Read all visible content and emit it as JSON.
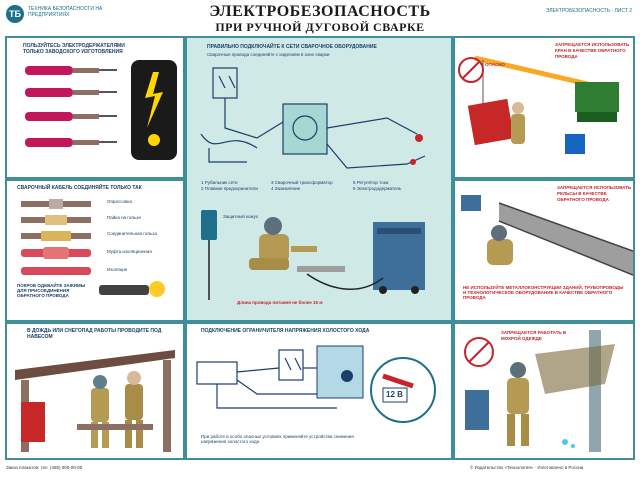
{
  "header": {
    "logo_text": "ТБ",
    "publisher": "ТЕХНИКА БЕЗОПАСНОСТИ НА ПРЕДПРИЯТИЯХ",
    "title_line1": "ЭЛЕКТРОБЕЗОПАСНОСТЬ",
    "title_line2": "ПРИ РУЧНОЙ ДУГОВОЙ СВАРКЕ",
    "series": "ЭЛЕКТРОБЕЗОПАСНОСТЬ · ЛИСТ 2"
  },
  "panels": {
    "holders": {
      "caption": "ПОЛЬЗУЙТЕСЬ ЭЛЕКТРОДЕРЖАТЕЛЯМИ ТОЛЬКО ЗАВОДСКОГО ИЗГОТОВЛЕНИЯ"
    },
    "cable": {
      "caption": "СВАРОЧНЫЙ КАБЕЛЬ СОЕДИНЯЙТЕ ТОЛЬКО ТАК",
      "labels": [
        "Опрессовка",
        "Пайка на гильзе",
        "Соединительная гильза",
        "Муфта изоляционная",
        "Изоляция"
      ],
      "note": "ПОКРОВ ОДЕВАЙТЕ ЗАЖИМЫ ДЛЯ ПРИСОЕДИНЕНИЯ ОБРАТНОГО ПРОВОДА"
    },
    "rain": {
      "caption": "В ДОЖДЬ ИЛИ СНЕГОПАД РАБОТЫ ПРОВОДИТЕ ПОД НАВЕСОМ"
    },
    "schema": {
      "caption": "ПРАВИЛЬНО ПОДКЛЮЧАЙТЕ К СЕТИ СВАРОЧНОЕ ОБОРУДОВАНИЕ",
      "sub": "Сварочные провода соединяйте с изделием в зоне сварки",
      "legend": [
        "1 Рубильник сети",
        "2 Плавкие предохранители",
        "3 Сварочный трансформатор",
        "4 Заземление",
        "5 Регулятор тока",
        "6 Электрододержатель"
      ],
      "note": "Длина провода питания не более 15 м",
      "label_box": "Защитный кожух"
    },
    "limiter": {
      "caption": "ПОДКЛЮЧЕНИЕ ОГРАНИЧИТЕЛЯ НАПРЯЖЕНИЯ ХОЛОСТОГО ХОДА",
      "v_label": "12 В",
      "note": "При работе в особо опасных условиях применяйте устройства снижения напряжения холостого хода"
    },
    "crane": {
      "caption": "ЗАПРЕЩАЕТСЯ ИСПОЛЬЗОВАТЬ КРАН В КАЧЕСТВЕ ОБРАТНОГО ПРОВОДА",
      "warn": "ОПАСНО"
    },
    "rails": {
      "caption": "ЗАПРЕЩАЕТСЯ ИСПОЛЬЗОВАТЬ РЕЛЬСЫ В КАЧЕСТВЕ ОБРАТНОГО ПРОВОДА",
      "note": "НЕ ИСПОЛЬЗУЙТЕ МЕТАЛЛОКОНСТРУКЦИИ ЗДАНИЙ, ТРУБОПРОВОДЫ И ТЕХНОЛОГИЧЕСКОЕ ОБОРУДОВАНИЕ В КАЧЕСТВЕ ОБРАТНОГО ПРОВОДА"
    },
    "wet": {
      "caption": "ЗАПРЕЩАЕТСЯ РАБОТАТЬ В МОКРОЙ ОДЕЖДЕ"
    }
  },
  "footer": {
    "left": "Заказ плакатов: тел. (495) 000-00-00",
    "right": "© Издательство «Технология» · Изготовлено в России"
  },
  "colors": {
    "border": "#3f8f9b",
    "teal_bg": "#cfe9e6",
    "text_blue": "#1b3f6b",
    "accent_red": "#c8232c",
    "suit": "#b49a52"
  }
}
